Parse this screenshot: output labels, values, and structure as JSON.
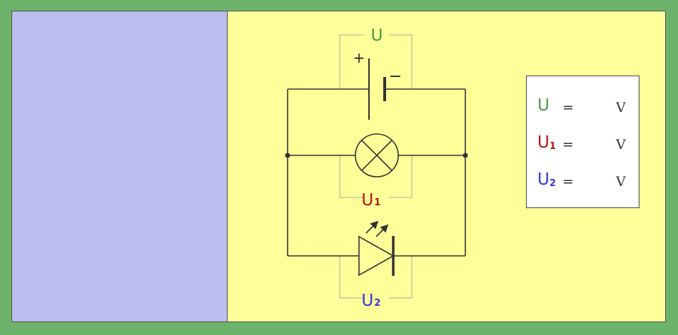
{
  "colors": {
    "background": "#6db36b",
    "left_panel": "#bbbdee",
    "main_panel": "#ffff99",
    "u_total": "#4a9a48",
    "u1": "#bb1111",
    "u2": "#3333dd",
    "wire": "#333333"
  },
  "circuit": {
    "battery_plus": "+",
    "battery_minus": "−",
    "label_u": "U",
    "label_u1_main": "U",
    "label_u1_sub": "1",
    "label_u2_main": "U",
    "label_u2_sub": "2",
    "components": [
      "battery",
      "lamp",
      "led"
    ]
  },
  "readout": {
    "rows": [
      {
        "name": "U",
        "sub": "",
        "equals": "=",
        "value": "",
        "unit": "V"
      },
      {
        "name": "U",
        "sub": "1",
        "equals": "=",
        "value": "",
        "unit": "V"
      },
      {
        "name": "U",
        "sub": "2",
        "equals": "=",
        "value": "",
        "unit": "V"
      }
    ]
  }
}
